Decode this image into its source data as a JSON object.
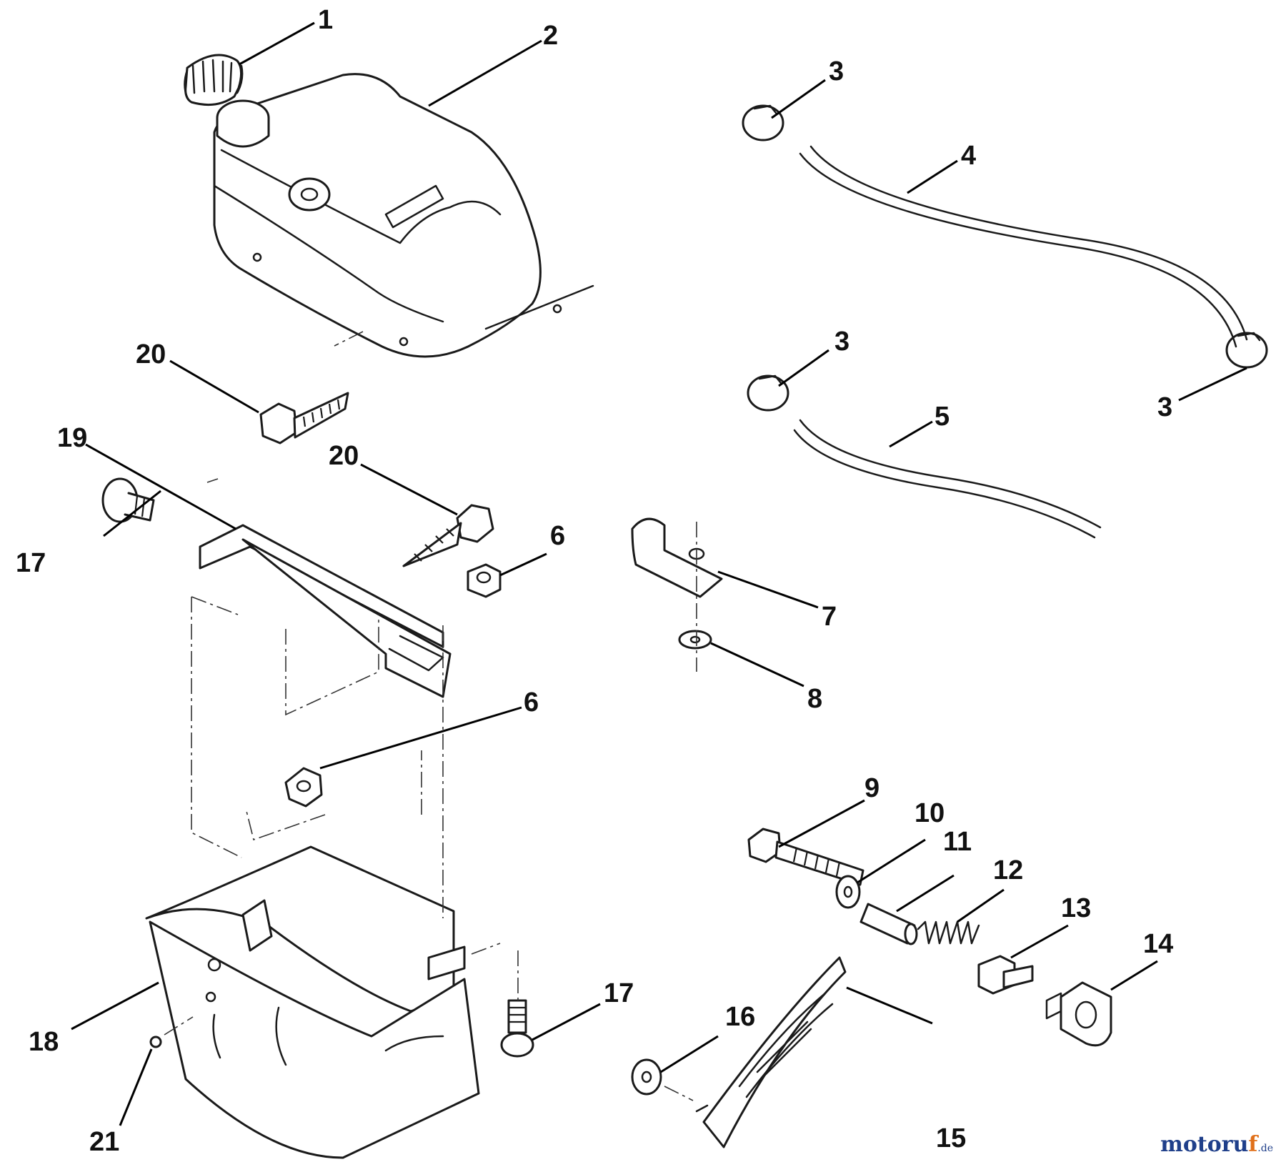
{
  "callouts": {
    "c1": "1",
    "c2": "2",
    "c3a": "3",
    "c3b": "3",
    "c3c": "3",
    "c4": "4",
    "c5": "5",
    "c6a": "6",
    "c6b": "6",
    "c7": "7",
    "c8": "8",
    "c9": "9",
    "c10": "10",
    "c11": "11",
    "c12": "12",
    "c13": "13",
    "c14": "14",
    "c15": "15",
    "c16": "16",
    "c17a": "17",
    "c17b": "17",
    "c18": "18",
    "c19": "19",
    "c20a": "20",
    "c20b": "20",
    "c21": "21"
  },
  "watermark": {
    "main": "motoru",
    "accent": "f",
    "tld": ".de"
  },
  "colors": {
    "line": "#1a1a1a",
    "watermark_blue": "#1f3f8a",
    "watermark_orange": "#e0701a"
  }
}
